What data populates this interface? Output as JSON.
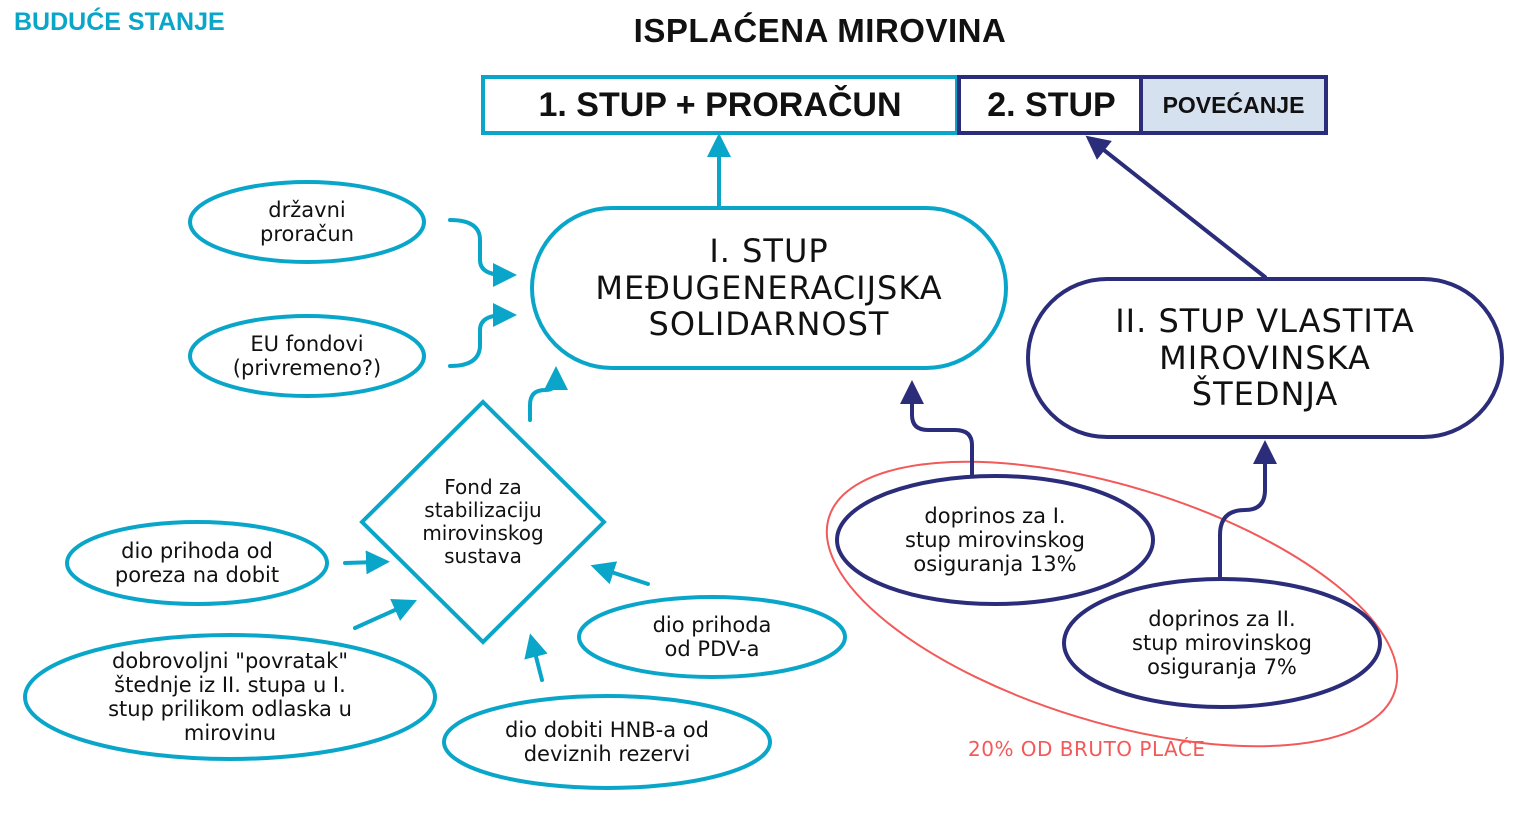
{
  "header": {
    "corner_label": "BUDUĆE STANJE",
    "title": "ISPLAĆENA MIROVINA"
  },
  "payout_bar": {
    "pillar1": "1. STUP + PRORAČUN",
    "pillar2": "2. STUP",
    "increase": "POVEĆANJE"
  },
  "nodes": {
    "pillar1": "I. STUP\nMEĐUGENERACIJSKA\nSOLIDARNOST",
    "pillar2": "II. STUP VLASTITA\nMIROVINSKA\nŠTEDNJA",
    "state_budget": "državni\nproračun",
    "eu_funds": "EU fondovi\n(privremeno?)",
    "stabilization_fund": "Fond za\nstabilizaciju\nmirovinskog\nsustava",
    "corporate_tax": "dio prihoda od\nporeza na dobit",
    "voluntary_return": "dobrovoljni \"povratak\"\nštednje iz II. stupa u I.\nstup prilikom odlaska u\nmirovinu",
    "hnb_profit": "dio dobiti HNB-a od\ndeviznih rezervi",
    "vat_revenue": "dio prihoda\nod PDV-a",
    "contribution_p1": "doprinos za I.\nstup mirovinskog\nosiguranja 13%",
    "contribution_p2": "doprinos za II.\nstup mirovinskog\nosiguranja 7%"
  },
  "annotations": {
    "gross_salary_note": "20% OD BRUTO PLAĆE"
  },
  "colors": {
    "teal": "#0aa6c9",
    "navy": "#2b2d7a",
    "red": "#f25a5a",
    "light_blue_fill": "#d6e1f0"
  }
}
